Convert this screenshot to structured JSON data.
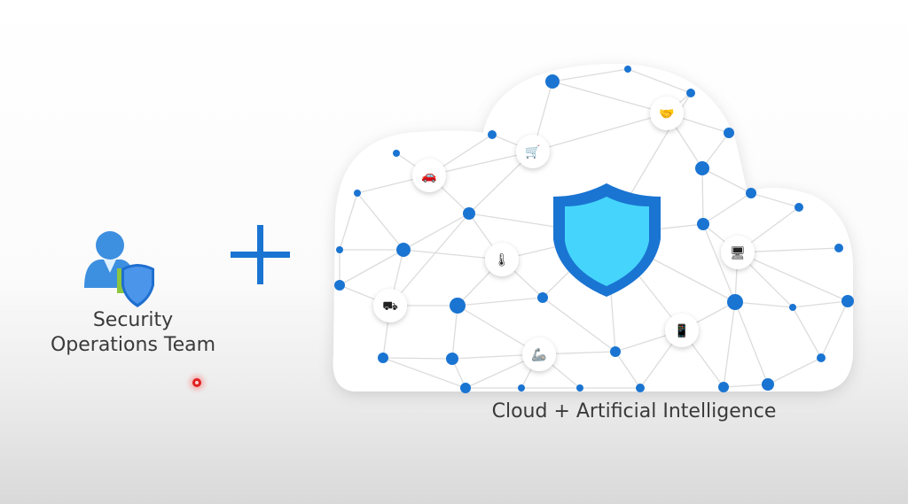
{
  "left": {
    "label_line1": "Security",
    "label_line2": "Operations Team",
    "icon": "user-shield-icon"
  },
  "operator": "plus-icon",
  "right": {
    "label": "Cloud + Artificial Intelligence",
    "center_icon": "shield-icon",
    "device_icons": [
      "car-icon",
      "shopping-cart-icon",
      "handshake-icon",
      "thermometer-icon",
      "monitor-icon",
      "forklift-icon",
      "robot-arm-icon",
      "phone-icon"
    ]
  },
  "colors": {
    "accent": "#1a74d2",
    "shield_inner": "#45d4fb",
    "node": "#1a74d2",
    "text": "#3a3a3a"
  }
}
